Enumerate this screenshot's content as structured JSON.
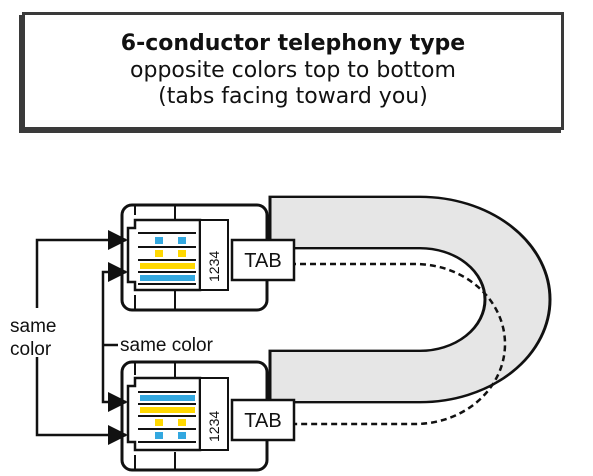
{
  "title": {
    "line1": "6-conductor telephony type",
    "line2": "opposite colors top to bottom",
    "line3": "(tabs facing toward you)"
  },
  "labels": {
    "same_color_left_1": "same",
    "same_color_left_2": "color",
    "same_color_middle": "same color",
    "tab_top": "TAB",
    "tab_bottom": "TAB",
    "pins_top": "1234",
    "pins_bottom": "1234"
  },
  "colors": {
    "cable_fill": "#e6e6e6",
    "blue": "#33a8e0",
    "yellow": "#ffd800",
    "outline": "#111111"
  }
}
